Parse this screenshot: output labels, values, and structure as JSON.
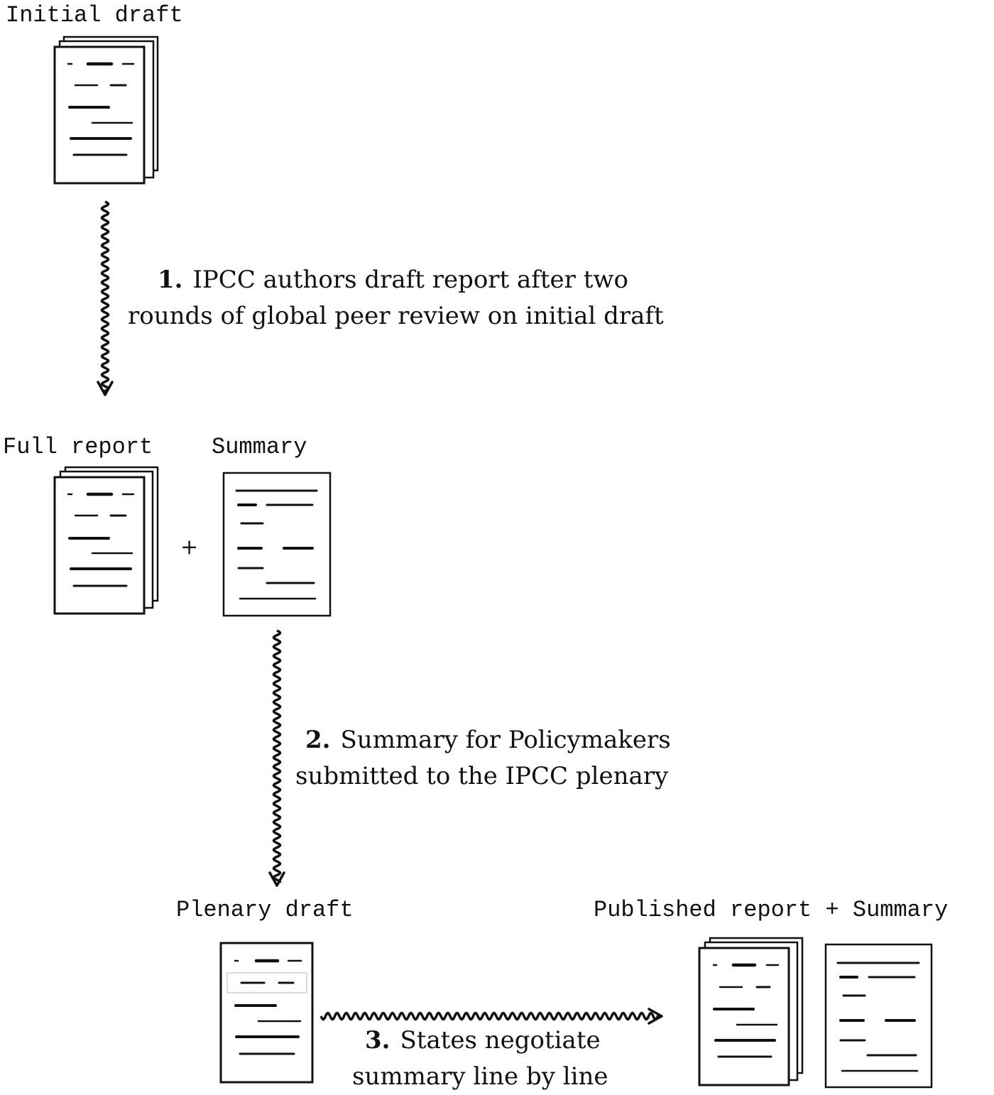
{
  "labels": {
    "initial_draft": "Initial draft",
    "full_report": "Full report",
    "summary": "Summary",
    "plenary_draft": "Plenary draft",
    "published": "Published report + Summary",
    "plus": "+"
  },
  "steps": [
    {
      "number": "1.",
      "line1": "IPCC authors draft report after two",
      "line2": "rounds of global peer review on initial draft"
    },
    {
      "number": "2.",
      "line1": "Summary for Policymakers",
      "line2": "submitted to the IPCC plenary"
    },
    {
      "number": "3.",
      "line1": "States negotiate",
      "line2": "summary line by line"
    }
  ]
}
